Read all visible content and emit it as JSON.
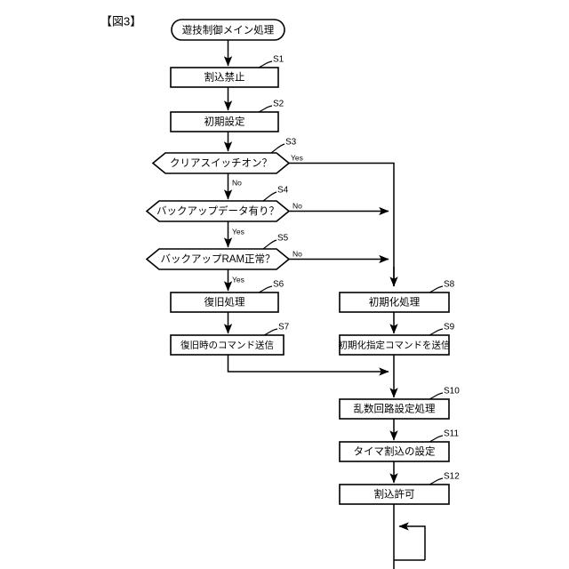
{
  "figure": {
    "title": "【図3】",
    "start_node": {
      "label": "遊技制御メイン処理"
    },
    "process_nodes": [
      {
        "id": "S1",
        "label": "割込禁止",
        "step": "S1"
      },
      {
        "id": "S2",
        "label": "初期設定",
        "step": "S2"
      },
      {
        "id": "S6",
        "label": "復旧処理",
        "step": "S6"
      },
      {
        "id": "S7",
        "label": "復旧時のコマンド送信",
        "step": "S7"
      },
      {
        "id": "S8",
        "label": "初期化処理",
        "step": "S8"
      },
      {
        "id": "S9",
        "label": "初期化指定コマンドを送信",
        "step": "S9"
      },
      {
        "id": "S10",
        "label": "乱数回路設定処理",
        "step": "S10"
      },
      {
        "id": "S11",
        "label": "タイマ割込の設定",
        "step": "S11"
      },
      {
        "id": "S12",
        "label": "割込許可",
        "step": "S12"
      }
    ],
    "decision_nodes": [
      {
        "id": "S3",
        "label": "クリアスイッチオン？",
        "step": "S3",
        "branch_yes": "Yes",
        "branch_no": "No"
      },
      {
        "id": "S4",
        "label": "バックアップデータ有り？",
        "step": "S4",
        "branch_yes": "Yes",
        "branch_no": "No"
      },
      {
        "id": "S5",
        "label": "バックアップRAM正常？",
        "step": "S5",
        "branch_yes": "Yes",
        "branch_no": "No"
      }
    ],
    "edge_labels": {
      "s3_yes": "Yes",
      "s3_no": "No",
      "s4_no": "No",
      "s4_yes": "Yes",
      "s5_no": "No",
      "s5_yes": "Yes"
    },
    "colors": {
      "stroke": "#000000",
      "fill": "#ffffff",
      "background": "#ffffff"
    }
  }
}
